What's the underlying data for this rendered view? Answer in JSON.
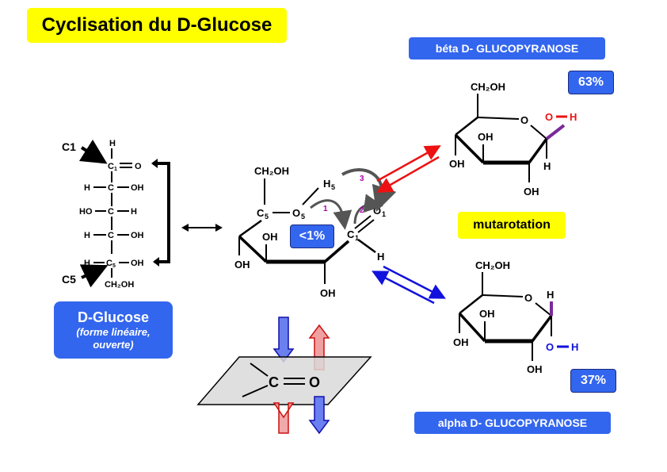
{
  "title": "Cyclisation du D-Glucose",
  "beta_label": "béta D- GLUCOPYRANOSE",
  "alpha_label": "alpha D- GLUCOPYRANOSE",
  "beta_percent": "63%",
  "alpha_percent": "37%",
  "open_percent": "<1%",
  "mutarotation": "mutarotation",
  "glucose_box": {
    "name": "D-Glucose",
    "line1": "(forme linéaire,",
    "line2": "ouverte)"
  },
  "linear": {
    "c1_label": "C1",
    "c5_label": "C5",
    "h_top": "H",
    "c1": "C",
    "c1_sub": "1",
    "o_carbonyl": "O",
    "row2_left": "H",
    "row2_c": "C",
    "row2_right": "OH",
    "row3_left": "HO",
    "row3_c": "C",
    "row3_right": "H",
    "row4_left": "H",
    "row4_c": "C",
    "row4_right": "OH",
    "row5_left": "H",
    "c5": "C",
    "c5_sub": "5",
    "row5_right": "OH",
    "ch2oh": "CH₂OH"
  },
  "intermediate": {
    "ch2oh": "CH₂OH",
    "c5": "C",
    "c5_sub": "5",
    "o5": "O",
    "o5_sub": "5",
    "h5": "H",
    "h5_sub": "5",
    "c1": "C",
    "c1_sub": "1",
    "o1": "O",
    "o1_sub": "1",
    "oh_left": "OH",
    "oh_inner": "OH",
    "oh_bottom": "OH",
    "h_right": "H",
    "step1": "1",
    "step2": "2",
    "step3": "3"
  },
  "beta_ring": {
    "ch2oh": "CH₂OH",
    "ring_o": "O",
    "anomeric_o": "O",
    "anomeric_h": "H",
    "oh_inner": "OH",
    "oh_left": "OH",
    "oh_bottom": "OH",
    "h_bottom": "H"
  },
  "alpha_ring": {
    "ch2oh": "CH₂OH",
    "ring_o": "O",
    "h_top": "H",
    "anomeric_o": "O",
    "anomeric_h": "H",
    "oh_inner": "OH",
    "oh_left": "OH",
    "oh_bottom": "OH"
  },
  "carbonyl_plane": {
    "c": "C",
    "o": "O"
  },
  "colors": {
    "title_bg": "#ffff00",
    "blue_box": "#3366ee",
    "beta_arrow": "#ee1111",
    "alpha_arrow": "#1111dd",
    "purple_bond": "#7a2a9a",
    "step_numbers": "#aa00aa",
    "plane": "#d9d9d9"
  }
}
